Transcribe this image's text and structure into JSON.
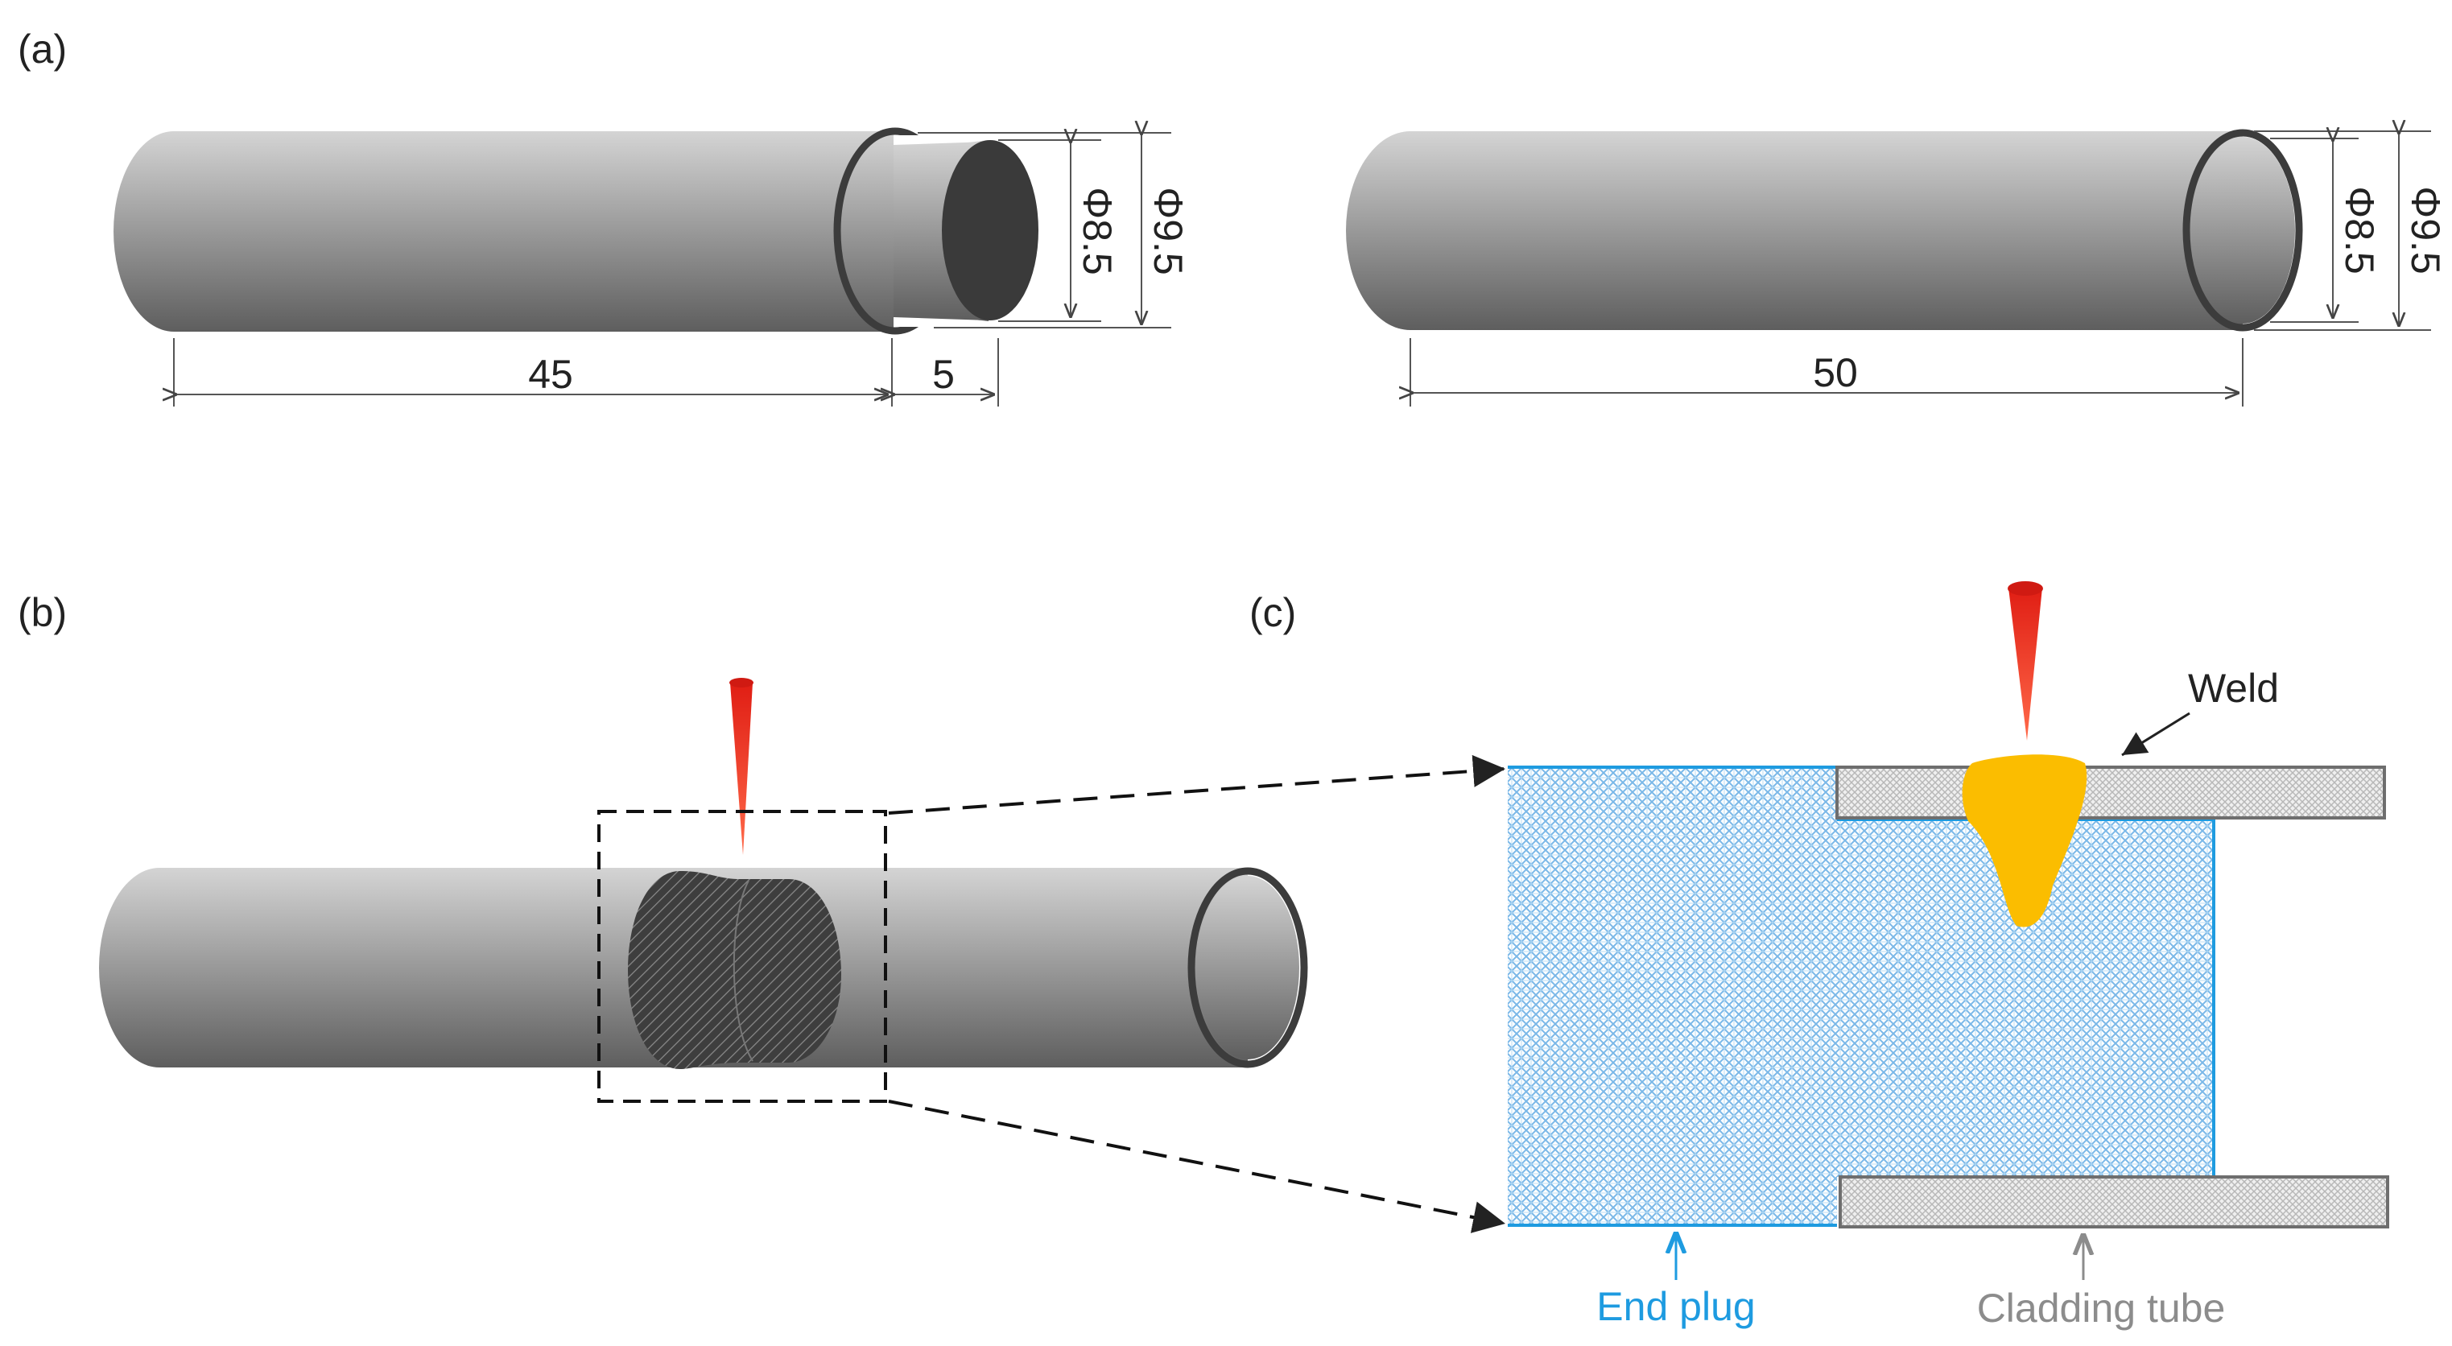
{
  "panels": {
    "a": "(a)",
    "b": "(b)",
    "c": "(c)"
  },
  "dimensions": {
    "plug_body_length": "45",
    "plug_step_length": "5",
    "tube_length": "50",
    "inner_diameter": "Φ8.5",
    "outer_diameter": "Φ9.5"
  },
  "labels": {
    "weld": "Weld",
    "end_plug": "End plug",
    "cladding_tube": "Cladding tube"
  },
  "colors": {
    "laser": "#e8221a",
    "weld_pool": "#fbbd00",
    "end_plug_line": "#1e9be0",
    "end_plug_text": "#1e9be0",
    "cladding_text": "#8c8c8c",
    "rod_light": "#d0d0d0",
    "rod_dark": "#606060"
  }
}
